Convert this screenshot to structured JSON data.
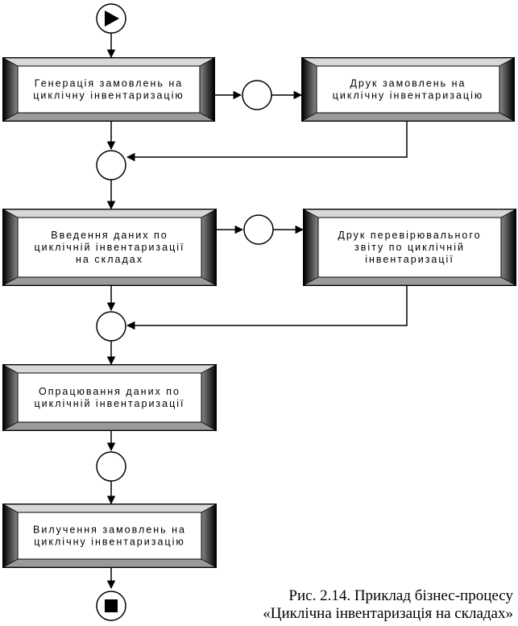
{
  "diagram": {
    "process_boxes": [
      {
        "id": "gen",
        "lines": [
          "Генерація замовлень на",
          "циклічну інвентаризацію"
        ]
      },
      {
        "id": "print1",
        "lines": [
          "Друк замовлень на",
          "циклічну інвентаризацію"
        ]
      },
      {
        "id": "input",
        "lines": [
          "Введення даних по",
          "циклічній інвентаризації",
          "на складах"
        ]
      },
      {
        "id": "print2",
        "lines": [
          "Друк перевірювального",
          "звіту по циклічній",
          "інвентаризації"
        ]
      },
      {
        "id": "process",
        "lines": [
          "Опрацювання даних по",
          "циклічній інвентаризації"
        ]
      },
      {
        "id": "remove",
        "lines": [
          "Вилучення замовлень на",
          "циклічну інвентаризацію"
        ]
      }
    ],
    "start_symbol": "▶",
    "end_symbol": "■"
  },
  "caption": {
    "line1": "Рис. 2.14. Приклад бізнес-процесу",
    "line2": "«Циклічна інвентаризація на складах»"
  }
}
